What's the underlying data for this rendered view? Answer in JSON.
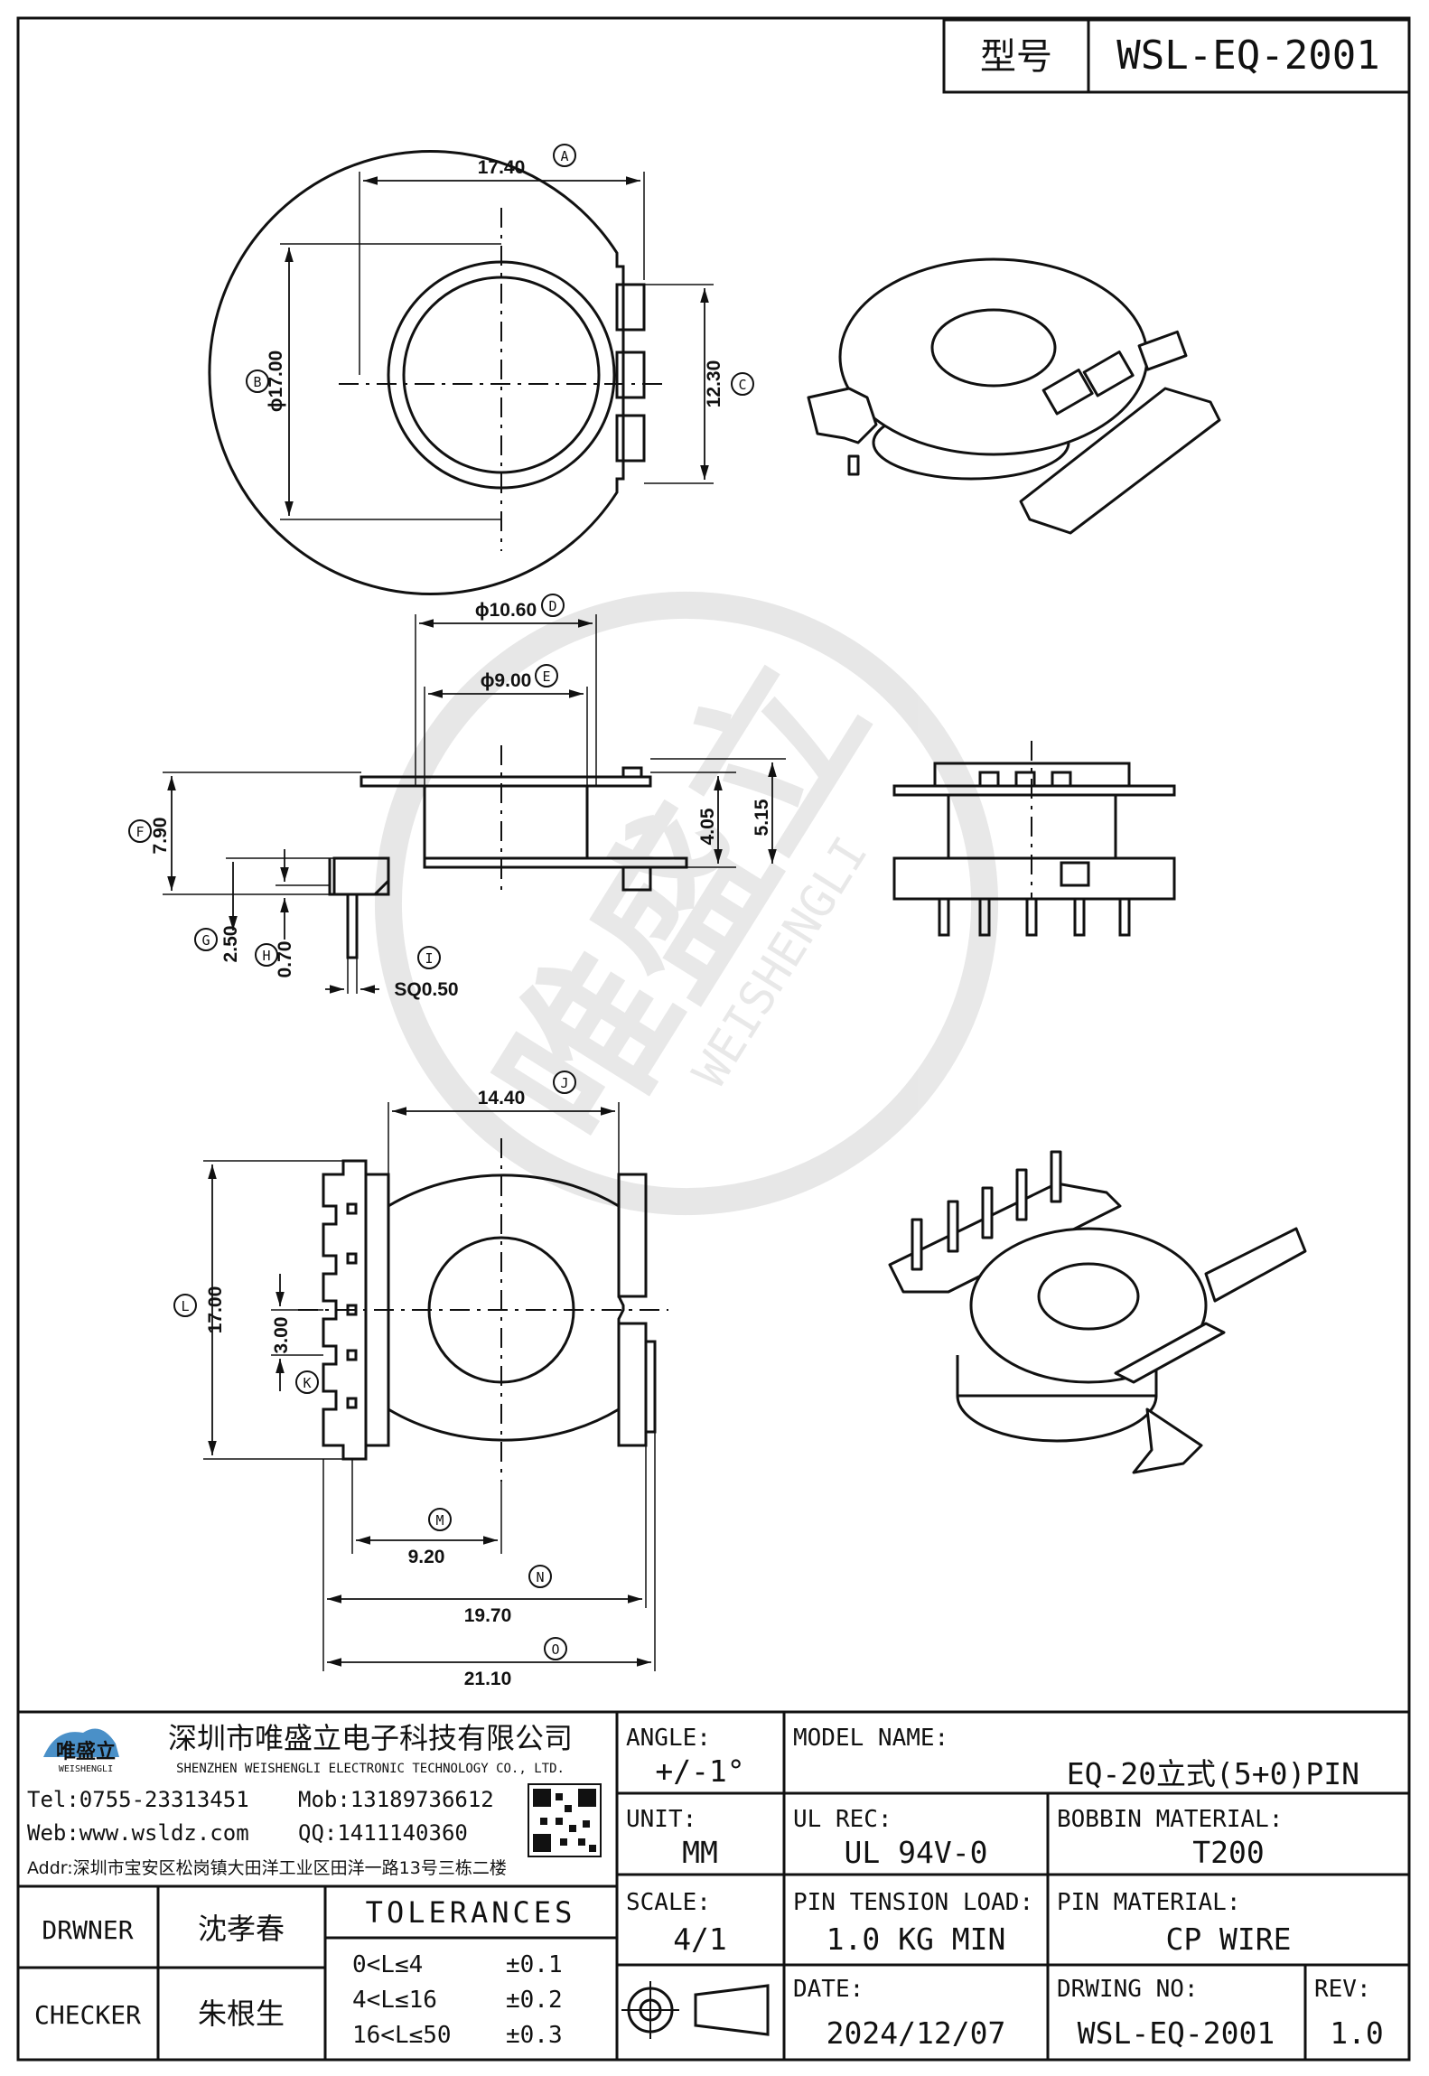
{
  "header": {
    "type_label": "型号",
    "part_no": "WSL-EQ-2001"
  },
  "dims": {
    "A": "17.40",
    "B": "ϕ17.00",
    "C": "12.30",
    "D": "ϕ10.60",
    "E": "ϕ9.00",
    "F": "7.90",
    "G": "2.50",
    "H": "0.70",
    "I": "SQ0.50",
    "h405": "4.05",
    "h515": "5.15",
    "J": "14.40",
    "L": "17.00",
    "K": "3.00",
    "M": "9.20",
    "N": "19.70",
    "O": "21.10"
  },
  "markers": [
    "A",
    "B",
    "C",
    "D",
    "E",
    "F",
    "G",
    "H",
    "I",
    "J",
    "K",
    "L",
    "M",
    "N",
    "O"
  ],
  "watermark": {
    "brand": "唯盛立",
    "sub": "WEISHENGLI"
  },
  "company": {
    "logo_text": "唯盛立",
    "logo_sub": "WEISHENGLI",
    "name_cn": "深圳市唯盛立电子科技有限公司",
    "name_en": "SHENZHEN WEISHENGLI ELECTRONIC TECHNOLOGY CO., LTD.",
    "tel": "Tel:0755-23313451",
    "mob": "Mob:13189736612",
    "web": "Web:www.wsldz.com",
    "qq": "QQ:1411140360",
    "addr": "Addr:深圳市宝安区松岗镇大田洋工业区田洋一路13号三栋二楼"
  },
  "titleblock": {
    "angle_label": "ANGLE:",
    "angle_value": "+/-1°",
    "model_label": "MODEL NAME:",
    "model_value": "EQ-20立式(5+0)PIN",
    "unit_label": "UNIT:",
    "unit_value": "MM",
    "ulrec_label": "UL REC:",
    "ulrec_value": "UL 94V-0",
    "bobbin_label": "BOBBIN MATERIAL:",
    "bobbin_value": "T200",
    "scale_label": "SCALE:",
    "scale_value": "4/1",
    "tension_label": "PIN TENSION LOAD:",
    "tension_value": "1.0 KG MIN",
    "pinmat_label": "PIN MATERIAL:",
    "pinmat_value": "CP WIRE",
    "date_label": "DATE:",
    "date_value": "2024/12/07",
    "drwno_label": "DRWING NO:",
    "drwno_value": "WSL-EQ-2001",
    "rev_label": "REV:",
    "rev_value": "1.0",
    "drawer_label": "DRWNER",
    "drawer_value": "沈孝春",
    "checker_label": "CHECKER",
    "checker_value": "朱根生",
    "tol_title": "TOLERANCES",
    "tolerances": [
      {
        "range": "0<L≤4",
        "tol": "±0.1"
      },
      {
        "range": "4<L≤16",
        "tol": "±0.2"
      },
      {
        "range": "16<L≤50",
        "tol": "±0.3"
      }
    ]
  }
}
